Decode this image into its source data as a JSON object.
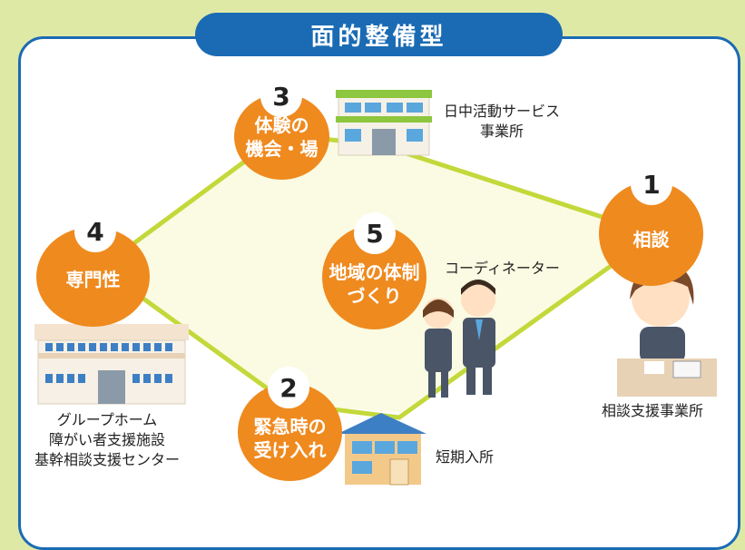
{
  "title": "面的整備型",
  "nodes": {
    "n1": {
      "number": "1",
      "label": "相談"
    },
    "n2": {
      "number": "2",
      "label_lines": [
        "緊急時の",
        "受け入れ"
      ]
    },
    "n3": {
      "number": "3",
      "label_lines": [
        "体験の",
        "機会・場"
      ]
    },
    "n4": {
      "number": "4",
      "label": "専門性"
    },
    "n5": {
      "number": "5",
      "label_lines": [
        "地域の体制",
        "づくり"
      ]
    }
  },
  "captions": {
    "day_service": [
      "日中活動サービス",
      "事業所"
    ],
    "consultation_office": "相談支援事業所",
    "coordinator": "コーディネーター",
    "short_stay": "短期入所",
    "facility": [
      "グループホーム",
      "障がい者支援施設",
      "基幹相談支援センター"
    ]
  },
  "colors": {
    "accent_blue": "#1a6bb3",
    "node_orange": "#ef8a1f",
    "network_green": "#c3d83a",
    "area_fill": "#fafbe2",
    "background": "#dfe9a6"
  }
}
